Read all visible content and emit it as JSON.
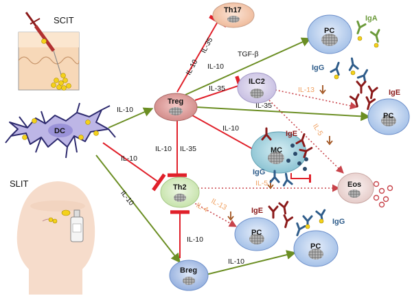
{
  "routes": {
    "scit": "SCIT",
    "slit": "SLIT"
  },
  "cells": {
    "dc": "DC",
    "treg": "Treg",
    "th17": "Th17",
    "ilc2": "ILC2",
    "th2": "Th2",
    "breg": "Breg",
    "mc": "MC",
    "eos": "Eos",
    "pc": "PC"
  },
  "antibodies": {
    "ige": "IgE",
    "igg": "IgG",
    "iga": "IgA"
  },
  "edges": {
    "dc_treg": "IL-10",
    "dc_th2": "IL-10",
    "dc_breg": "IL-10",
    "treg_th17_a": "IL-10",
    "treg_th17_b": "IL-35",
    "treg_pc_iga": "IL-10",
    "treg_pc_iga_tgf": "TGF-β",
    "treg_ilc2": "IL-35",
    "treg_pc_ige": "IL-35",
    "treg_mc": "IL-10",
    "treg_th2_a": "IL-10",
    "treg_th2_b": "IL-35",
    "breg_th2": "IL-10",
    "breg_pc": "IL-10",
    "ilc2_il13": "IL-13",
    "ilc2_il5": "IL-5",
    "th2_il5": "IL-5",
    "th2_il4": "IL-4",
    "th2_il13": "IL-13"
  },
  "colors": {
    "activation": "#6b8e23",
    "inhibition": "#e0202a",
    "dotted": "#c8434a",
    "treg": "#e3a6a4",
    "ilc2": "#d9d3ea",
    "th17": "#f6cfb9",
    "th2": "#dcefc8",
    "breg": "#b7c9ea",
    "pc": "#c7d9f2",
    "mc": "#a9d4e0",
    "eos": "#f3e1df",
    "dc": "#b9b3e1",
    "down_arrow": "#a0521d"
  },
  "icons": [
    "syringe-icon",
    "allergen-dot-icon",
    "antibody-icon",
    "spray-bottle-icon",
    "head-silhouette-icon"
  ]
}
